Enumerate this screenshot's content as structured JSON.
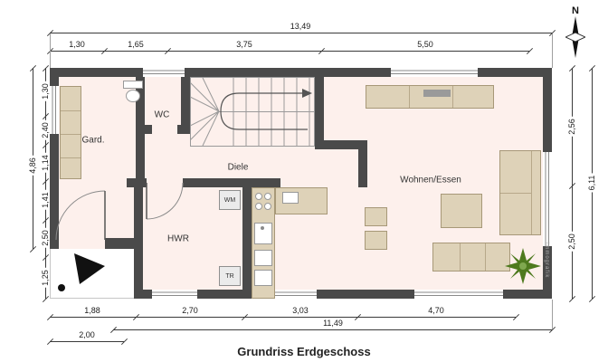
{
  "title": "Grundriss Erdgeschoss",
  "compass_label": "N",
  "watermark": "immografik",
  "rooms": {
    "gard": "Gard.",
    "wc": "WC",
    "diele": "Diele",
    "hwr": "HWR",
    "wohnen": "Wohnen/Essen"
  },
  "appliances": {
    "wm": "WM",
    "tr": "TR"
  },
  "dims": {
    "top_total": "13,49",
    "top": [
      "1,30",
      "1,65",
      "3,75",
      "5,50"
    ],
    "left_total": "4,86",
    "left": [
      "1,30",
      "2,40",
      "1,14",
      "1,41",
      "2,50",
      "1,25"
    ],
    "right_total": "6,11",
    "right": [
      "2,56",
      "2,50"
    ],
    "bottom": [
      "1,88",
      "2,70",
      "3,03",
      "4,70"
    ],
    "bottom_total": "11,49",
    "bottom_left": "2,00"
  },
  "colors": {
    "wall": "#4a4a4a",
    "floor": "#fdf0ec",
    "furniture": "#ded2b8",
    "plant": "#4e7a1e"
  }
}
